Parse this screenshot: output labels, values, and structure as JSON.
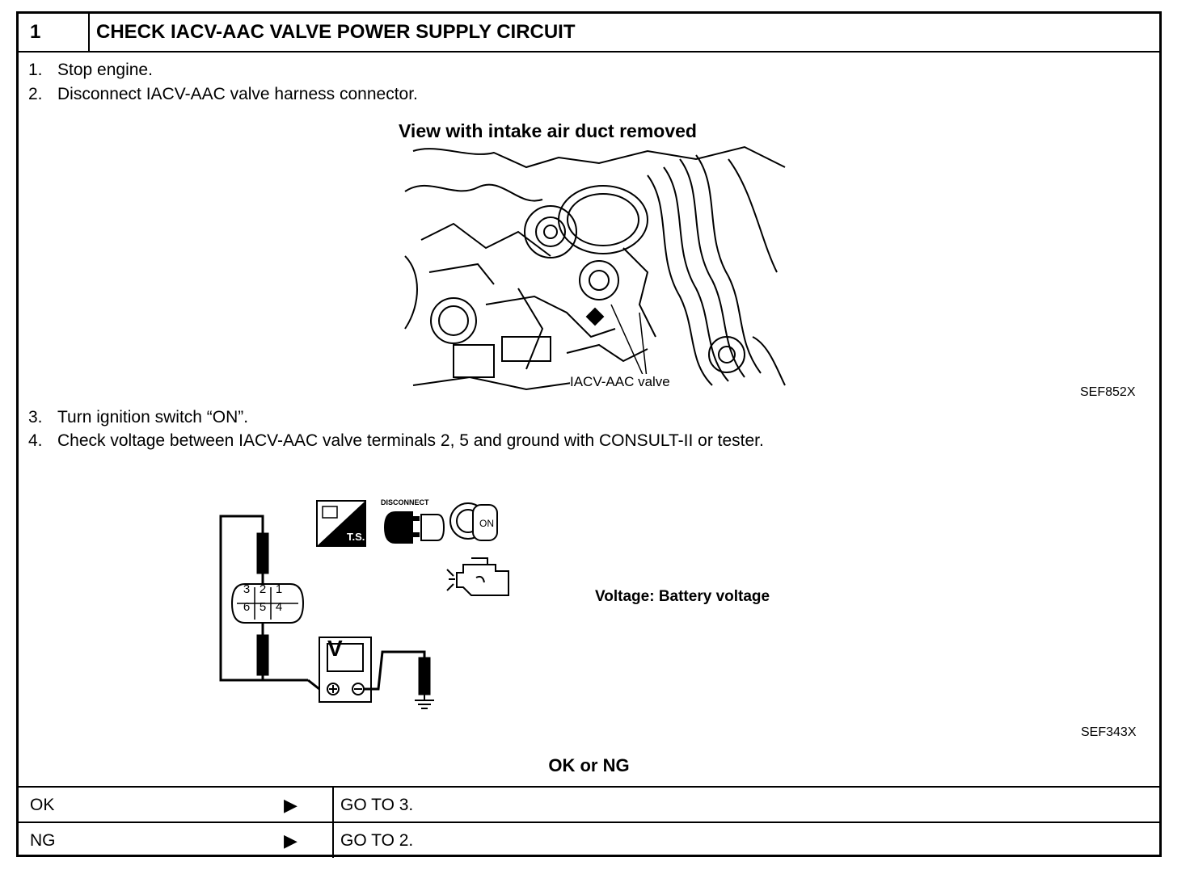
{
  "header": {
    "number": "1",
    "title": "CHECK IACV-AAC VALVE POWER SUPPLY CIRCUIT"
  },
  "steps_a": [
    {
      "n": "1.",
      "text": "Stop engine."
    },
    {
      "n": "2.",
      "text": "Disconnect IACV-AAC valve harness connector."
    }
  ],
  "figure1": {
    "caption": "View with intake air duct removed",
    "label": "IACV-AAC valve",
    "code": "SEF852X"
  },
  "steps_b": [
    {
      "n": "3.",
      "text": "Turn ignition switch “ON”."
    },
    {
      "n": "4.",
      "text": "Check voltage between IACV-AAC valve terminals 2, 5 and ground with CONSULT-II or tester."
    }
  ],
  "figure2": {
    "icon_ts_label": "T.S.",
    "icon_disconnect_label": "DISCONNECT",
    "icon_key_label": "ON",
    "voltmeter_label": "V",
    "terminals_top": [
      "3",
      "2",
      "1"
    ],
    "terminals_bottom": [
      "6",
      "5",
      "4"
    ],
    "spec": "Voltage: Battery voltage",
    "code": "SEF343X"
  },
  "result_title": "OK or NG",
  "results": [
    {
      "cond": "OK",
      "arrow": "▶",
      "action": "GO TO 3."
    },
    {
      "cond": "NG",
      "arrow": "▶",
      "action": "GO TO 2."
    }
  ]
}
